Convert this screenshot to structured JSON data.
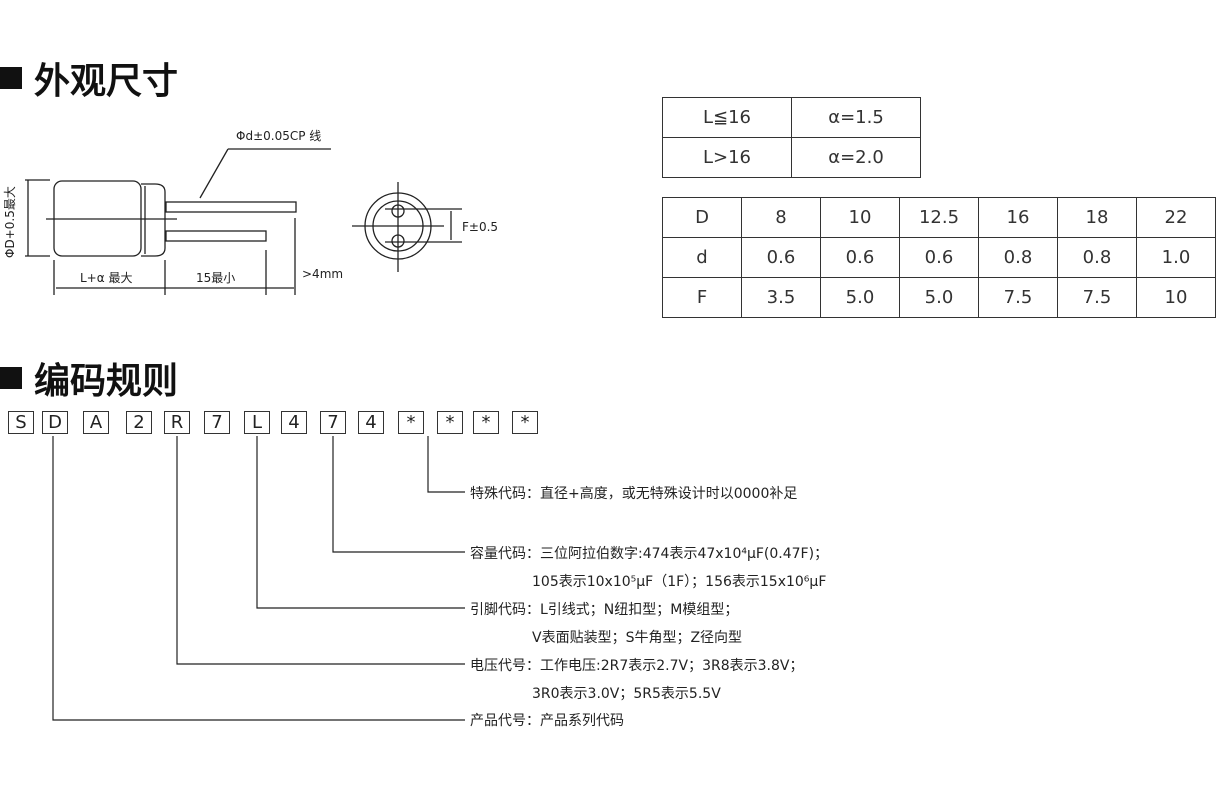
{
  "section1": {
    "title": "外观尺寸"
  },
  "section2": {
    "title": "编码规则"
  },
  "drawing": {
    "lead_label": "Φd±0.05CP 线",
    "dia_label": "ΦD+0.5最大",
    "len_label": "L+α 最大",
    "lead_len_label": "15最小",
    "gap_label": ">4mm",
    "pitch_label": "F±0.5"
  },
  "alpha_table": [
    [
      "L≦16",
      "α=1.5"
    ],
    [
      "L>16",
      "α=2.0"
    ]
  ],
  "dim_table": [
    [
      "D",
      "8",
      "10",
      "12.5",
      "16",
      "18",
      "22"
    ],
    [
      "d",
      "0.6",
      "0.6",
      "0.6",
      "0.8",
      "0.8",
      "1.0"
    ],
    [
      "F",
      "3.5",
      "5.0",
      "5.0",
      "7.5",
      "7.5",
      "10"
    ]
  ],
  "code": [
    "S",
    "D",
    "A",
    "2",
    "R",
    "7",
    "L",
    "4",
    "7",
    "4",
    "*",
    "*",
    "*",
    "*"
  ],
  "descriptions": [
    {
      "label": "特殊代码：",
      "line1": "直径+高度，或无特殊设计时以0000补足"
    },
    {
      "label": "容量代码：",
      "line1": "三位阿拉伯数字:474表示47x10⁴μF(0.47F)；",
      "line2": "105表示10x10⁵μF（1F）；156表示15x10⁶μF"
    },
    {
      "label": "引脚代码：",
      "line1": "L引线式；N纽扣型；M模组型；",
      "line2": "V表面贴装型；S牛角型；Z径向型"
    },
    {
      "label": "电压代号：",
      "line1": "工作电压:2R7表示2.7V；3R8表示3.8V；",
      "line2": "3R0表示3.0V；5R5表示5.5V"
    },
    {
      "label": "产品代号：",
      "line1": "产品系列代码"
    }
  ]
}
